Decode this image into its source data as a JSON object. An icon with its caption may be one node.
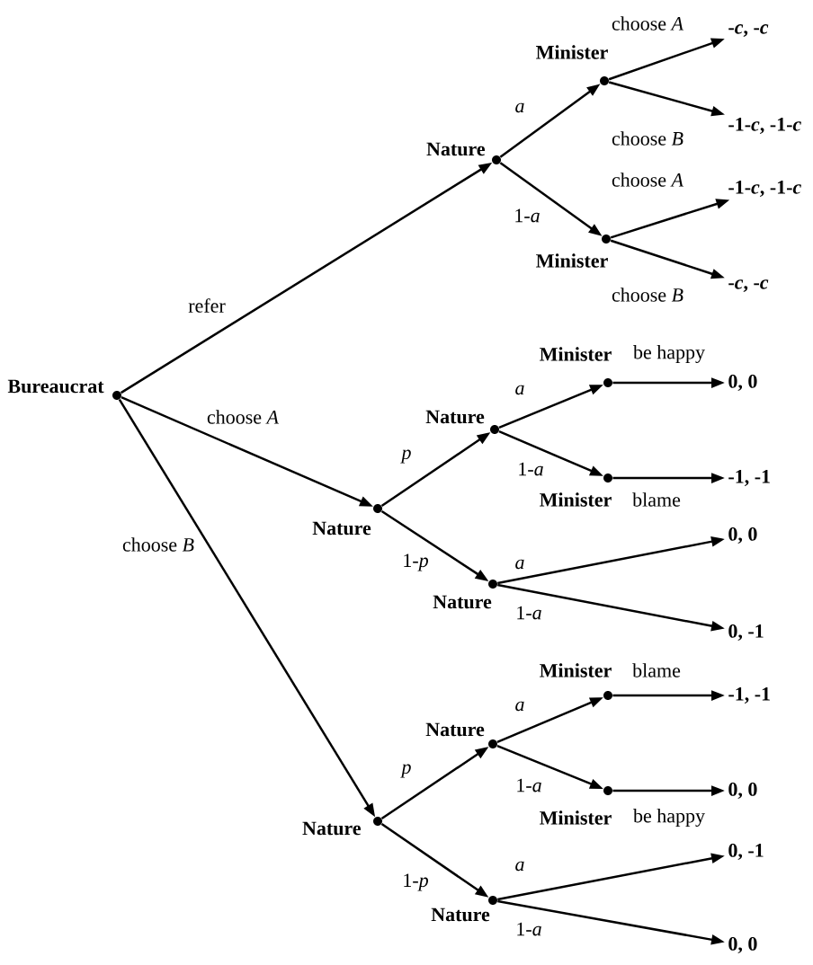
{
  "diagram": {
    "nodes": [
      {
        "text": [
          "Bureaucrat"
        ]
      },
      {
        "text": [
          "Nature"
        ]
      },
      {
        "text": [
          "Minister"
        ]
      },
      {
        "text": [
          "-*c*, -*c*"
        ]
      },
      {
        "text": [
          "-1-*c*, -1-*c*"
        ]
      },
      {
        "text": [
          "Minister"
        ]
      },
      {
        "text": [
          "-1-*c*, -1-*c*"
        ]
      },
      {
        "text": [
          "-*c*, -*c*"
        ]
      },
      {
        "text": [
          "Nature"
        ]
      },
      {
        "text": [
          "Nature"
        ]
      },
      {
        "text": [
          "Minister"
        ]
      },
      {
        "text": [
          "0, 0"
        ]
      },
      {
        "text": [
          "Minister"
        ]
      },
      {
        "text": [
          "-1, -1"
        ]
      },
      {
        "text": [
          "Nature"
        ]
      },
      {
        "text": [
          "0, 0"
        ]
      },
      {
        "text": [
          "0, -1"
        ]
      },
      {
        "text": [
          "Nature"
        ]
      },
      {
        "text": [
          "Nature"
        ]
      },
      {
        "text": [
          "Minister"
        ]
      },
      {
        "text": [
          "-1, -1"
        ]
      },
      {
        "text": [
          "Minister"
        ]
      },
      {
        "text": [
          "0, 0"
        ]
      },
      {
        "text": [
          "Nature"
        ]
      },
      {
        "text": [
          "0, -1"
        ]
      },
      {
        "text": [
          "0, 0"
        ]
      }
    ],
    "edges": [
      {
        "from": 0,
        "to": 1,
        "arrow": "to",
        "label": "refer"
      },
      {
        "from": 1,
        "to": 2,
        "arrow": "to",
        "label": "a"
      },
      {
        "from": 2,
        "to": 3,
        "arrow": "to",
        "label": "choose *A*"
      },
      {
        "from": 2,
        "to": 4,
        "arrow": "to",
        "label": "choose *B*"
      },
      {
        "from": 1,
        "to": 5,
        "arrow": "to",
        "label": "1-*a*"
      },
      {
        "from": 5,
        "to": 6,
        "arrow": "to",
        "label": "choose *A*"
      },
      {
        "from": 5,
        "to": 7,
        "arrow": "to",
        "label": "choose *B*"
      },
      {
        "from": 0,
        "to": 8,
        "arrow": "to",
        "label": "choose *A*"
      },
      {
        "from": 8,
        "to": 9,
        "arrow": "to",
        "label": "p"
      },
      {
        "from": 9,
        "to": 10,
        "arrow": "to",
        "label": "a"
      },
      {
        "from": 10,
        "to": 11,
        "arrow": "to",
        "label": "be happy"
      },
      {
        "from": 9,
        "to": 12,
        "arrow": "to",
        "label": "1-*a*"
      },
      {
        "from": 12,
        "to": 13,
        "arrow": "to",
        "label": "blame"
      },
      {
        "from": 8,
        "to": 14,
        "arrow": "to",
        "label": "1-*p*"
      },
      {
        "from": 14,
        "to": 15,
        "arrow": "to",
        "label": "a"
      },
      {
        "from": 14,
        "to": 16,
        "arrow": "to",
        "label": "1-*a*"
      },
      {
        "from": 0,
        "to": 17,
        "arrow": "to",
        "label": "choose *B*"
      },
      {
        "from": 17,
        "to": 18,
        "arrow": "to",
        "label": "p"
      },
      {
        "from": 18,
        "to": 19,
        "arrow": "to",
        "label": "a"
      },
      {
        "from": 19,
        "to": 20,
        "arrow": "to",
        "label": "blame"
      },
      {
        "from": 18,
        "to": 21,
        "arrow": "to",
        "label": "1-*a*"
      },
      {
        "from": 21,
        "to": 22,
        "arrow": "to",
        "label": "be happy"
      },
      {
        "from": 17,
        "to": 23,
        "arrow": "to",
        "label": "1-*p*"
      },
      {
        "from": 23,
        "to": 24,
        "arrow": "to",
        "label": "a"
      },
      {
        "from": 23,
        "to": 25,
        "arrow": "to",
        "label": "1-*a*"
      }
    ]
  }
}
